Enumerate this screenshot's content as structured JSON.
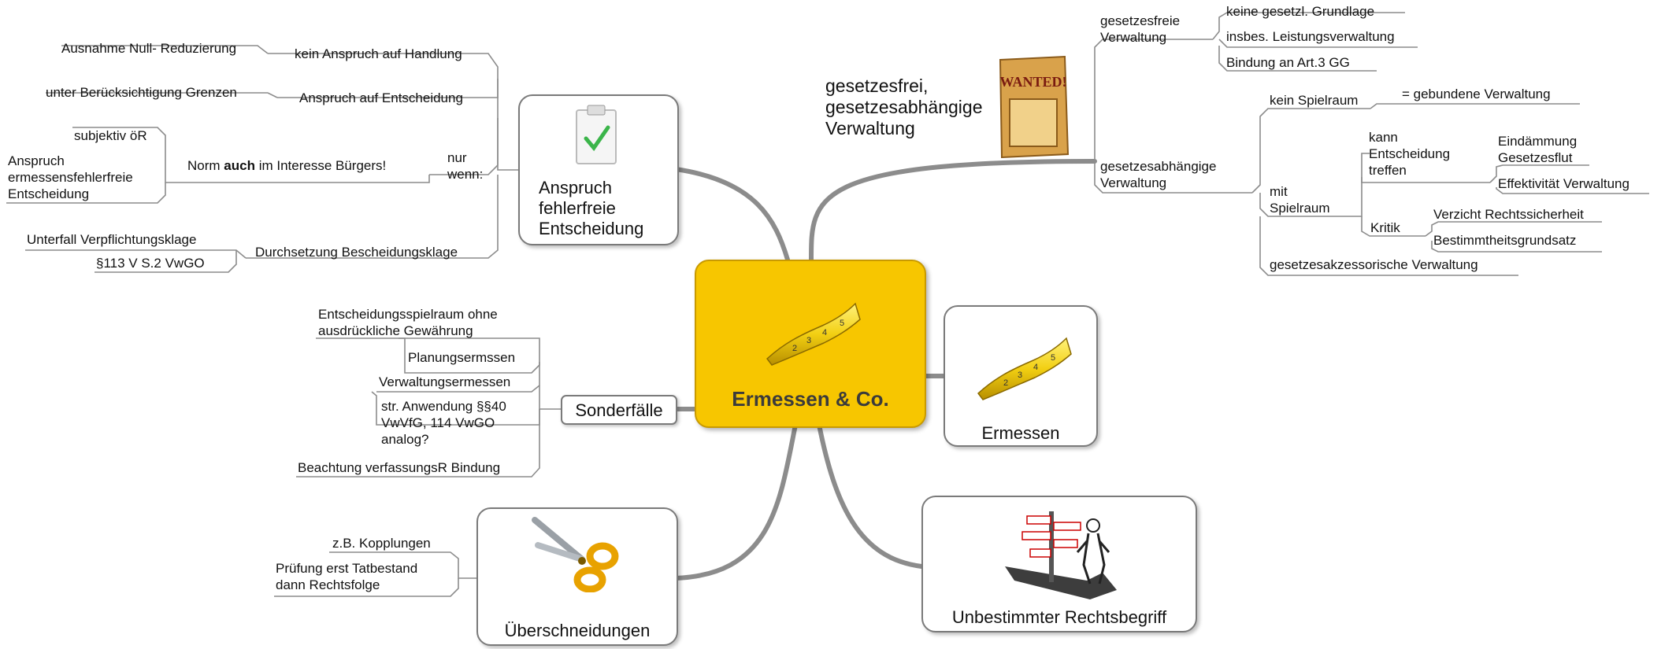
{
  "center": {
    "title": "Ermessen & Co.",
    "icon": "measuring-tape-icon"
  },
  "anspruch": {
    "title": [
      "Anspruch",
      "fehlerfreie",
      "Entscheidung"
    ],
    "icon": "clipboard-check-icon",
    "kein_anspruch": "kein Anspruch auf Handlung",
    "ausnahme": "Ausnahme Null- Reduzierung",
    "anspruch_entscheidung": "Anspruch auf Entscheidung",
    "grenzen": "unter Berücksichtigung Grenzen",
    "nur_wenn": [
      "nur",
      "wenn:"
    ],
    "norm_prefix": "Norm ",
    "norm_bold": "auch",
    "norm_suffix": " im Interesse Bürgers!",
    "subjektiv": "subjektiv öR",
    "ermessens": [
      "Anspruch",
      "ermessensfehlerfreie",
      "Entscheidung"
    ],
    "durchsetzung": "Durchsetzung Bescheidungsklage",
    "unterfall": "Unterfall Verpflichtungsklage",
    "paragraph": "§113 V S.2 VwGO"
  },
  "sonderfaelle": {
    "title": "Sonderfälle",
    "items": [
      [
        "Entscheidungsspielraum ohne",
        "ausdrückliche Gewährung"
      ],
      [
        "Planungsermssen"
      ],
      [
        "Verwaltungsermessen"
      ],
      [
        "str. Anwendung §§40",
        "VwVfG, 114 VwGO",
        "analog?"
      ],
      [
        "Beachtung verfassungsR Bindung"
      ]
    ]
  },
  "ueberschneidungen": {
    "title": "Überschneidungen",
    "icon": "scissors-icon",
    "items": [
      [
        "z.B. Kopplungen"
      ],
      [
        "Prüfung erst Tatbestand",
        "dann Rechtsfolge"
      ]
    ]
  },
  "ermessen": {
    "title": "Ermessen",
    "icon": "measuring-tape-icon"
  },
  "unbestimmter": {
    "title": "Unbestimmter Rechtsbegriff",
    "icon": "signpost-man-icon"
  },
  "verwaltung": {
    "title": [
      "gesetzesfrei,",
      "gesetzesabhängige",
      "Verwaltung"
    ],
    "icon": "wanted-poster-icon",
    "wanted_text": "WANTED!",
    "gesetzesfreie": [
      "gesetzesfreie",
      "Verwaltung"
    ],
    "gesetzesfreie_items": [
      "keine gesetzl. Grundlage",
      "insbes. Leistungsverwaltung",
      "Bindung an Art.3 GG"
    ],
    "gesetzesabhaengige": [
      "gesetzesabhängige",
      "Verwaltung"
    ],
    "kein_spielraum": "kein Spielraum",
    "gebundene": "= gebundene Verwaltung",
    "mit_spielraum": [
      "mit",
      "Spielraum"
    ],
    "kann": [
      "kann",
      "Entscheidung",
      "treffen"
    ],
    "eindaemmung": [
      "Eindämmung",
      "Gesetzesflut"
    ],
    "effektivitaet": "Effektivität Verwaltung",
    "kritik": "Kritik",
    "verzicht": "Verzicht Rechtssicherheit",
    "bestimmtheit": "Bestimmtheitsgrundsatz",
    "akzessorisch": "gesetzesakzessorische Verwaltung"
  }
}
